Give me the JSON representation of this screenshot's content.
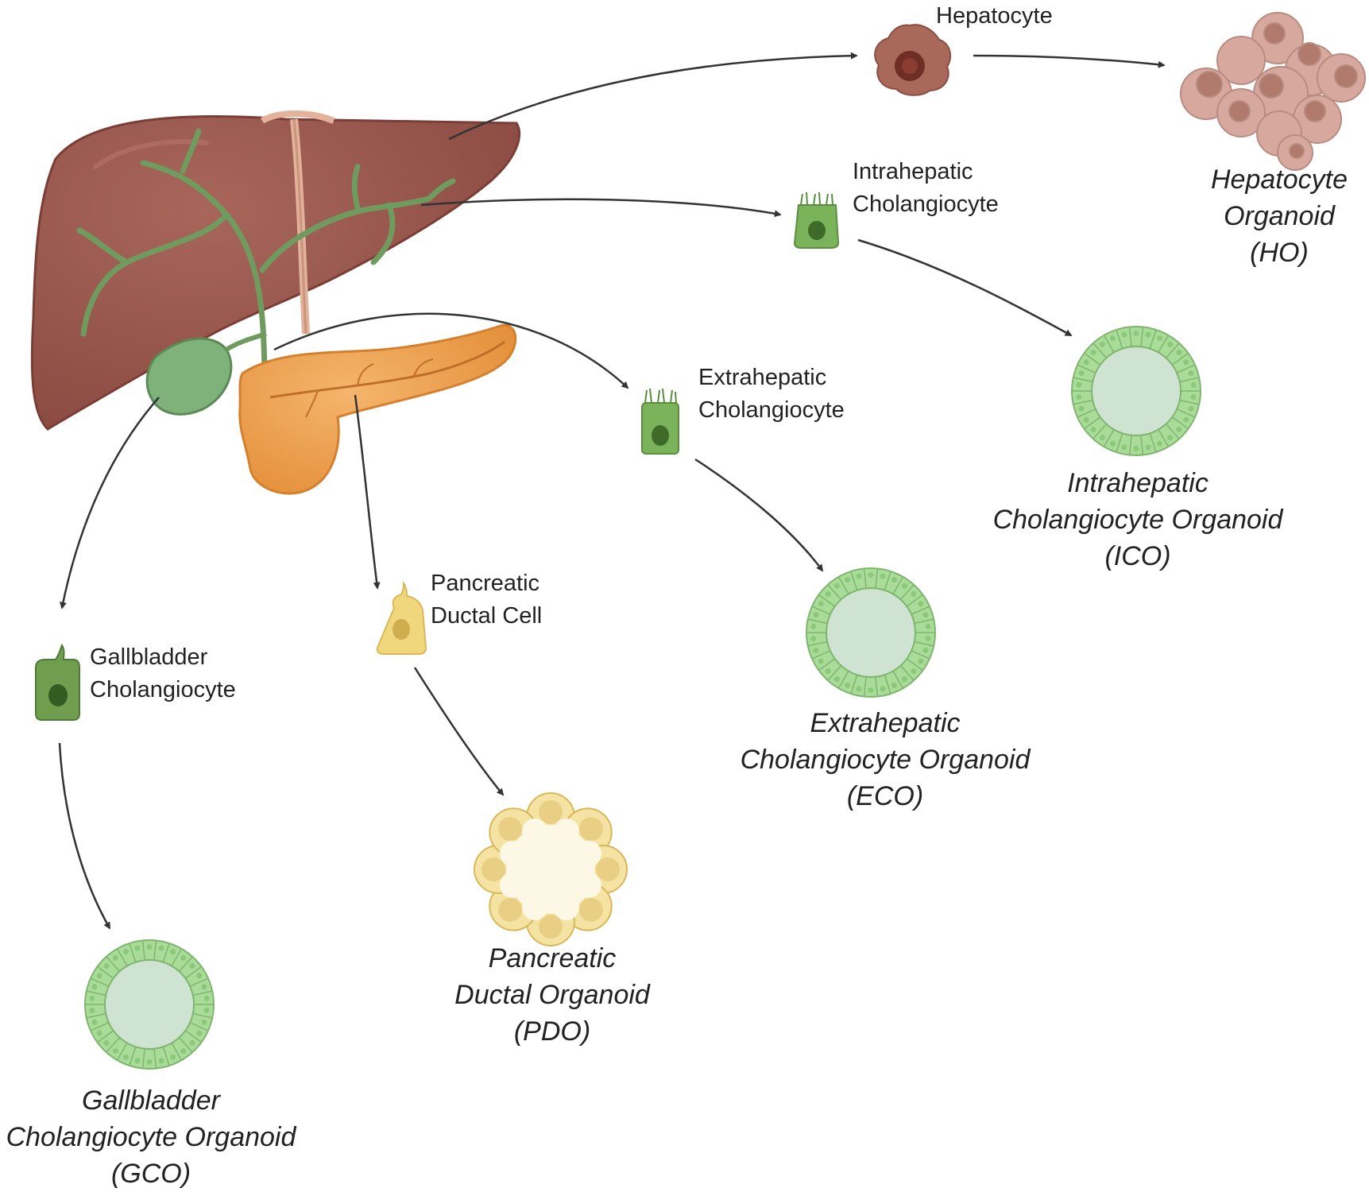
{
  "cells": {
    "hepatocyte": {
      "line1": "Hepatocyte"
    },
    "intrahepatic": {
      "line1": "Intrahepatic",
      "line2": "Cholangiocyte"
    },
    "extrahepatic": {
      "line1": "Extrahepatic",
      "line2": "Cholangiocyte"
    },
    "pancreatic": {
      "line1": "Pancreatic",
      "line2": "Ductal Cell"
    },
    "gallbladder": {
      "line1": "Gallbladder",
      "line2": "Cholangiocyte"
    }
  },
  "organoids": {
    "ho": {
      "line1": "Hepatocyte",
      "line2": "Organoid",
      "line3": "(HO)"
    },
    "ico": {
      "line1": "Intrahepatic",
      "line2": "Cholangiocyte Organoid",
      "line3": "(ICO)"
    },
    "eco": {
      "line1": "Extrahepatic",
      "line2": "Cholangiocyte Organoid",
      "line3": "(ECO)"
    },
    "pdo": {
      "line1": "Pancreatic",
      "line2": "Ductal Organoid",
      "line3": "(PDO)"
    },
    "gco": {
      "line1": "Gallbladder",
      "line2": "Cholangiocyte Organoid",
      "line3": "(GCO)"
    }
  },
  "colors": {
    "liver": "#9b5a50",
    "liver_dark": "#7a3e36",
    "bile_duct": "#6f9c5e",
    "gallbladder": "#7fb27a",
    "pancreas": "#ef9d4a",
    "hepatocyte": "#a8695a",
    "hepatocyte_organoid": "#d7a89e",
    "cholangiocyte": "#7bb35a",
    "organoid_ring": "#a9dc99",
    "organoid_lumen": "#cfe3d3",
    "pancreatic_cell": "#f0d77e",
    "pdo_fill": "#fbf3d6",
    "arrow": "#333333"
  }
}
